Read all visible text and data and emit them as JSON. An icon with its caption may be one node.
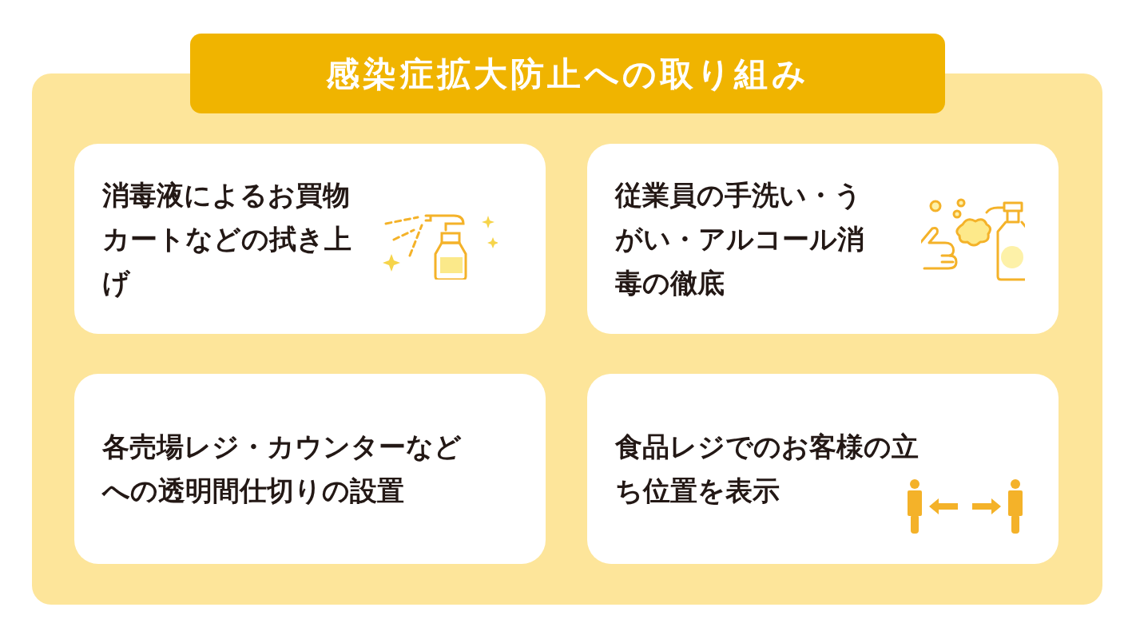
{
  "diagram": {
    "nodes": [
      {
        "text": [
          "感染症拡大防止への取り組み"
        ]
      },
      {
        "text": [
          "消毒液によるお買物カートなどの拭き上げ"
        ],
        "in": 0
      },
      {
        "text": [
          "従業員の手洗い・うがい・アルコール消毒の徹底"
        ],
        "in": 0
      },
      {
        "text": [
          "各売場レジ・カウンターなどへの透明間仕切りの設置"
        ],
        "in": 0
      },
      {
        "text": [
          "食品レジでのお客様の立ち位置を表示"
        ],
        "in": 0
      }
    ],
    "edges": []
  }
}
